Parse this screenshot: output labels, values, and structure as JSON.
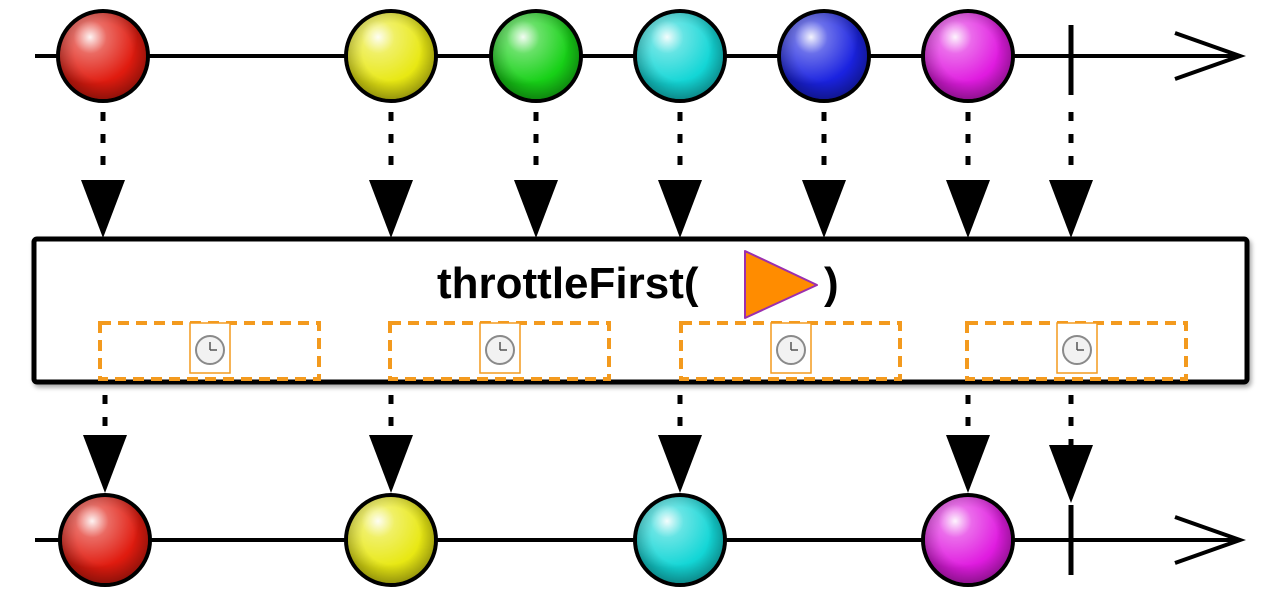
{
  "operator": {
    "name": "throttleFirst(",
    "close_paren": ")",
    "parameter_icon": "orange-triangle-icon"
  },
  "window_icon": "clock-icon",
  "colors": {
    "operator_param": "#ff8c00",
    "operator_param_stroke": "#9b2fae",
    "window_border": "#f39a1e",
    "line": "#000000"
  },
  "input_marbles": [
    {
      "color": "red",
      "fill": "#e01b0f"
    },
    {
      "color": "yellow",
      "fill": "#e8e813"
    },
    {
      "color": "green",
      "fill": "#17d117"
    },
    {
      "color": "cyan",
      "fill": "#13d6d6"
    },
    {
      "color": "blue",
      "fill": "#1a22e0"
    },
    {
      "color": "magenta",
      "fill": "#e01be0"
    }
  ],
  "output_marbles": [
    {
      "color": "red",
      "fill": "#e01b0f"
    },
    {
      "color": "yellow",
      "fill": "#e8e813"
    },
    {
      "color": "cyan",
      "fill": "#13d6d6"
    },
    {
      "color": "magenta",
      "fill": "#e01be0"
    }
  ],
  "throttle_windows_count": 4
}
